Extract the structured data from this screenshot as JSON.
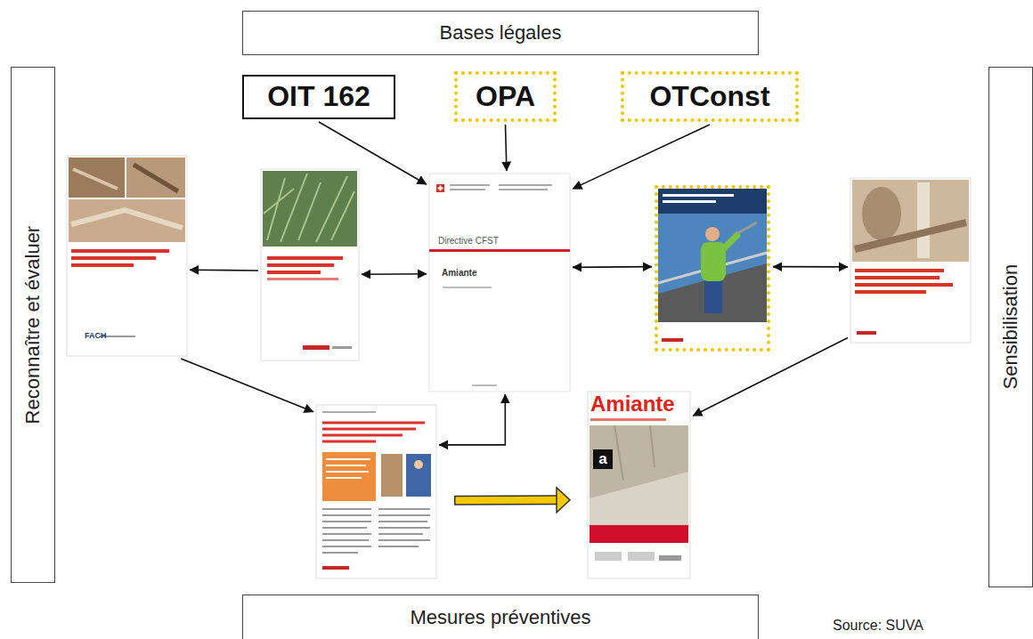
{
  "diagram": {
    "nodes": [
      {
        "text": [
          "Bases légales"
        ]
      },
      {
        "text": [
          "OIT 162"
        ]
      },
      {
        "text": [
          "OPA"
        ]
      },
      {
        "text": [
          "OTConst"
        ]
      },
      {
        "text": [
          "Reconnaître et évaluer"
        ]
      },
      {
        "text": [
          "FACH"
        ]
      },
      {},
      {
        "text": [
          "Directive CFST",
          "Amiante"
        ]
      },
      {},
      {},
      {
        "text": [
          "Sensibilisation"
        ]
      },
      {},
      {
        "text": [
          "Amiante",
          "a"
        ]
      },
      {
        "text": [
          "Mesures préventives"
        ]
      }
    ],
    "edges": [
      {
        "from": 1,
        "to": 7,
        "arrow": "to"
      },
      {
        "from": 2,
        "to": 7,
        "arrow": "to"
      },
      {
        "from": 3,
        "to": 7,
        "arrow": "to"
      },
      {
        "from": 6,
        "to": 7,
        "arrow": "both"
      },
      {
        "from": 7,
        "to": 8,
        "arrow": "both"
      },
      {
        "from": 8,
        "to": 9,
        "arrow": "both"
      },
      {
        "from": 6,
        "to": 5,
        "arrow": "to"
      },
      {
        "from": 5,
        "to": 11,
        "arrow": "to"
      },
      {
        "from": 7,
        "to": 11,
        "arrow": "both"
      },
      {
        "from": 9,
        "to": 12,
        "arrow": "to"
      },
      {
        "from": 11,
        "to": 12,
        "arrow": "to"
      }
    ],
    "labels": [
      "Source: SUVA"
    ]
  }
}
